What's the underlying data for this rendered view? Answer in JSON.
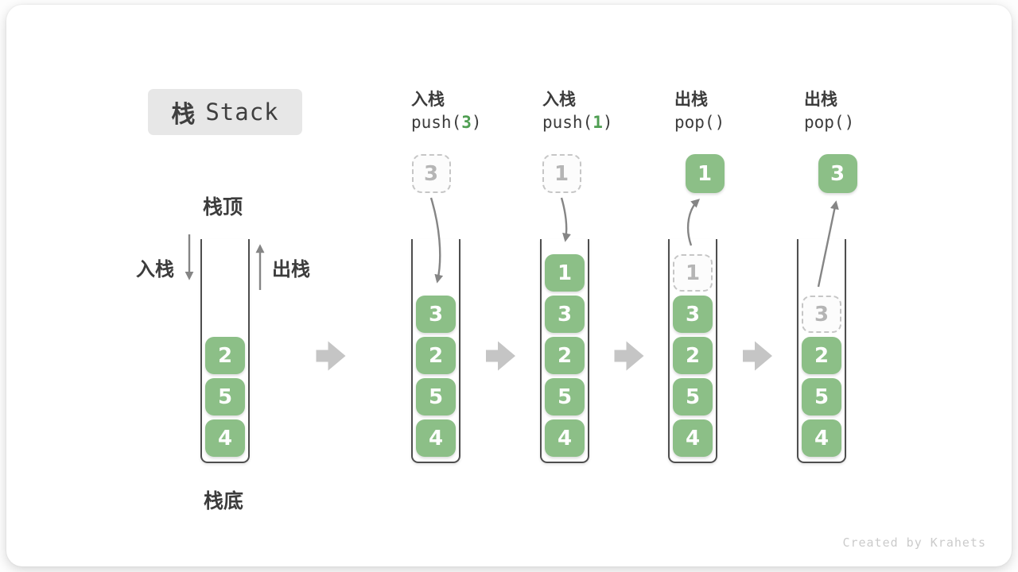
{
  "title": {
    "zh": "栈",
    "en": "Stack"
  },
  "side_labels": {
    "stack_top": "栈顶",
    "stack_bottom": "栈底",
    "push": "入栈",
    "pop": "出栈"
  },
  "watermark": "Created by Krahets",
  "colors": {
    "cell_green": "#8CBF87",
    "code_green": "#4F9E52",
    "arrow_gray": "#858585",
    "transition_arrow_gray": "#C5C5C5",
    "ghost_border_gray": "#C6C6C6",
    "title_badge_bg": "#E7E7E7",
    "text_dark": "#3C3C3C"
  },
  "stages": [
    {
      "cells": [
        {
          "value": "2"
        },
        {
          "value": "5"
        },
        {
          "value": "4"
        }
      ]
    },
    {
      "op_label": "入栈",
      "op_code": {
        "pre": "push(",
        "arg": "3",
        "post": ")"
      },
      "floating_box": {
        "value": "3",
        "variant": "ghost"
      },
      "arrow": "push",
      "cells": [
        {
          "value": "3"
        },
        {
          "value": "2"
        },
        {
          "value": "5"
        },
        {
          "value": "4"
        }
      ]
    },
    {
      "op_label": "入栈",
      "op_code": {
        "pre": "push(",
        "arg": "1",
        "post": ")"
      },
      "floating_box": {
        "value": "1",
        "variant": "ghost"
      },
      "arrow": "push",
      "cells": [
        {
          "value": "1"
        },
        {
          "value": "3"
        },
        {
          "value": "2"
        },
        {
          "value": "5"
        },
        {
          "value": "4"
        }
      ]
    },
    {
      "op_label": "出栈",
      "op_code": {
        "pre": "pop(",
        "arg": "",
        "post": ")"
      },
      "floating_box": {
        "value": "1",
        "variant": "solid"
      },
      "arrow": "pop",
      "cells": [
        {
          "value": "1",
          "ghost": true
        },
        {
          "value": "3"
        },
        {
          "value": "2"
        },
        {
          "value": "5"
        },
        {
          "value": "4"
        }
      ]
    },
    {
      "op_label": "出栈",
      "op_code": {
        "pre": "pop(",
        "arg": "",
        "post": ")"
      },
      "floating_box": {
        "value": "3",
        "variant": "solid"
      },
      "arrow": "pop",
      "cells": [
        {
          "value": "3",
          "ghost": true
        },
        {
          "value": "2"
        },
        {
          "value": "5"
        },
        {
          "value": "4"
        }
      ]
    }
  ]
}
